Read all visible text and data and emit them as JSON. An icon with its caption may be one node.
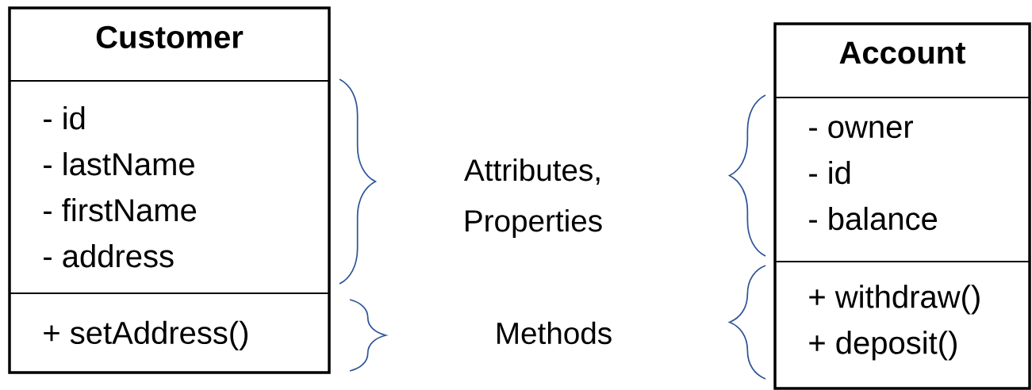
{
  "diagram": {
    "nodes": [
      {
        "text": [
          "Customer"
        ]
      },
      {
        "text": [
          "- id",
          "- lastName",
          "- firstName",
          "- address"
        ],
        "in": 0
      },
      {
        "text": [
          "+ setAddress()"
        ],
        "in": 0
      },
      {
        "text": [
          "Account"
        ]
      },
      {
        "text": [
          "- owner",
          "- id",
          "- balance"
        ],
        "in": 3
      },
      {
        "text": [
          "+ withdraw()",
          "+ deposit()"
        ],
        "in": 3
      }
    ],
    "labels": [
      "Attributes, Properties",
      "Methods"
    ]
  }
}
